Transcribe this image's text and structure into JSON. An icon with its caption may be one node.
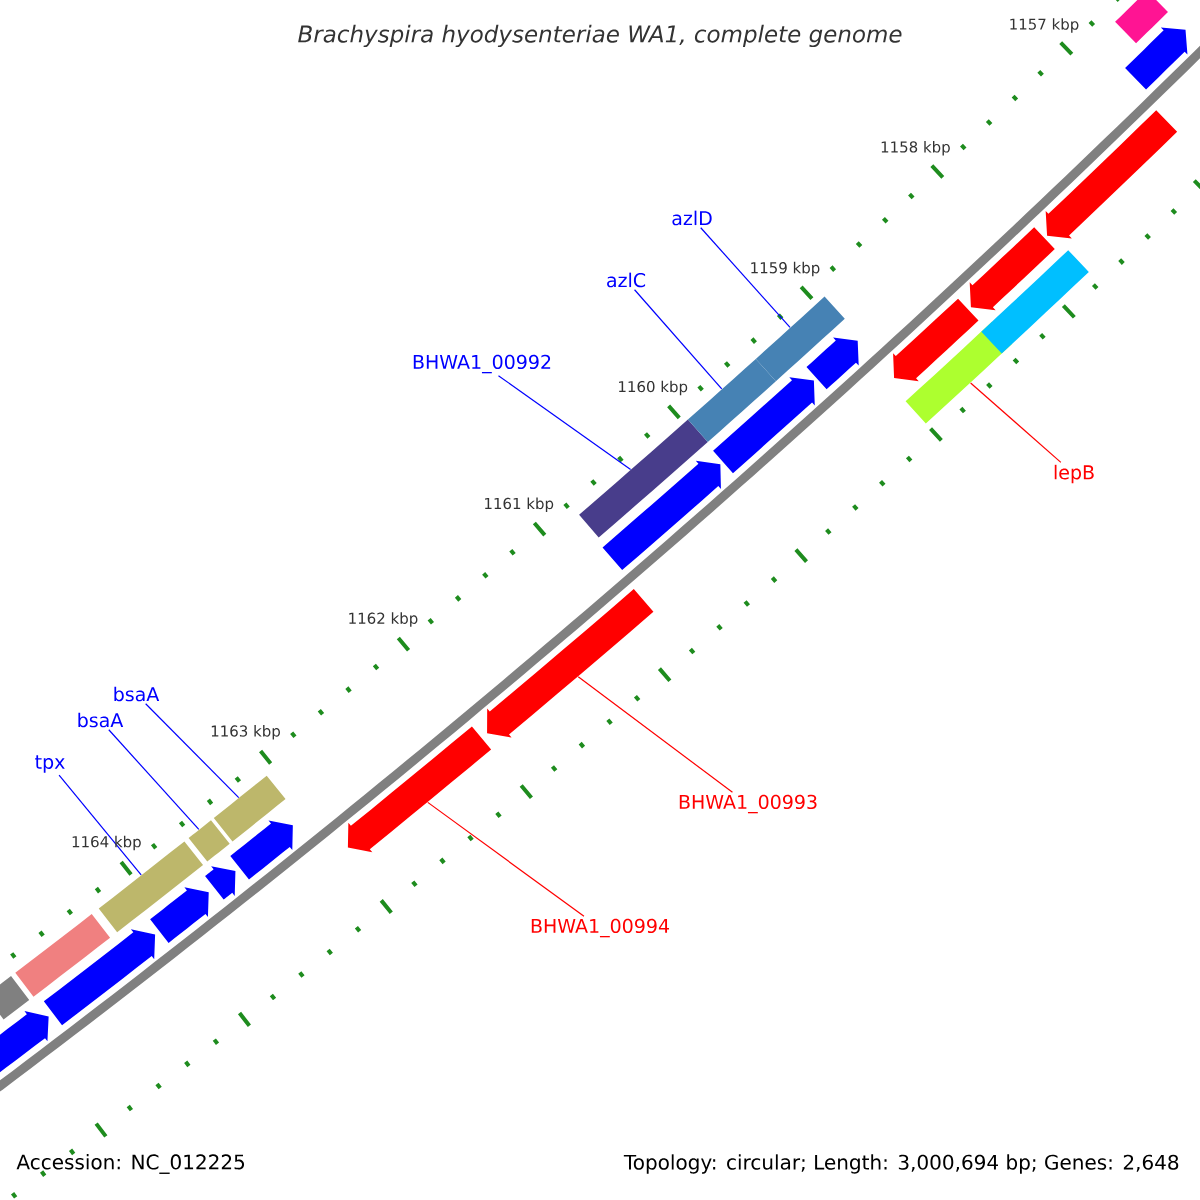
{
  "diagram": {
    "title": "Brachyspira hyodysenteriae WA1, complete genome",
    "nodes": [
      {
        "text": [
          "azlD"
        ]
      },
      {
        "text": [
          "azlC"
        ]
      },
      {
        "text": [
          "BHWA1_00992"
        ]
      },
      {
        "text": [
          "bsaA"
        ]
      },
      {
        "text": [
          "bsaA"
        ]
      },
      {
        "text": [
          "tpx"
        ]
      },
      {
        "text": [
          "lepB"
        ]
      },
      {
        "text": [
          "BHWA1_00993"
        ]
      },
      {
        "text": [
          "BHWA1_00994"
        ]
      },
      {
        "text": [],
        "shape": "bar"
      },
      {
        "text": [],
        "shape": "bar"
      },
      {
        "text": [],
        "shape": "bar"
      },
      {
        "text": [],
        "shape": "bar"
      },
      {
        "text": [],
        "shape": "bar"
      },
      {
        "text": [],
        "shape": "bar"
      },
      {
        "text": [],
        "shape": "bar"
      },
      {
        "text": [],
        "shape": "bar"
      },
      {
        "text": [],
        "shape": "bar"
      },
      {
        "text": [],
        "shape": "bar"
      },
      {
        "text": [],
        "shape": "bar"
      },
      {
        "text": [],
        "shape": "bar"
      },
      {
        "text": [],
        "shape": "bar"
      },
      {
        "text": [],
        "shape": "bar"
      },
      {
        "text": [],
        "shape": "bar"
      },
      {
        "text": [],
        "shape": "bar"
      },
      {
        "text": [],
        "shape": "bar"
      },
      {
        "text": [],
        "shape": "bar"
      },
      {
        "text": [],
        "shape": "bar"
      },
      {
        "text": [],
        "shape": "bar"
      },
      {
        "text": [],
        "shape": "bar"
      },
      {
        "text": [],
        "shape": "bar"
      },
      {
        "text": [],
        "shape": "bar"
      },
      {
        "text": [],
        "shape": "bar"
      },
      {
        "text": [],
        "shape": "bar"
      }
    ],
    "edges": [
      {
        "from": 0,
        "to": 25,
        "arrow": "none"
      },
      {
        "from": 1,
        "to": 23,
        "arrow": "none"
      },
      {
        "from": 2,
        "to": 22,
        "arrow": "none"
      },
      {
        "from": 3,
        "to": 18,
        "arrow": "none"
      },
      {
        "from": 4,
        "to": 16,
        "arrow": "none"
      },
      {
        "from": 5,
        "to": 13,
        "arrow": "none"
      },
      {
        "from": 6,
        "to": 28,
        "arrow": "none",
        "color": "#ff0000"
      },
      {
        "from": 7,
        "to": 20,
        "arrow": "none",
        "color": "#ff0000"
      },
      {
        "from": 8,
        "to": 19,
        "arrow": "none",
        "color": "#ff0000"
      }
    ],
    "labels": [
      "1157 kbp",
      "1158 kbp",
      "1159 kbp",
      "1160 kbp",
      "1161 kbp",
      "1162 kbp",
      "1163 kbp",
      "1164 kbp",
      "Accession: NC_012225",
      "Topology: circular; Length: 3,000,694 bp; Genes: 2,648"
    ]
  }
}
